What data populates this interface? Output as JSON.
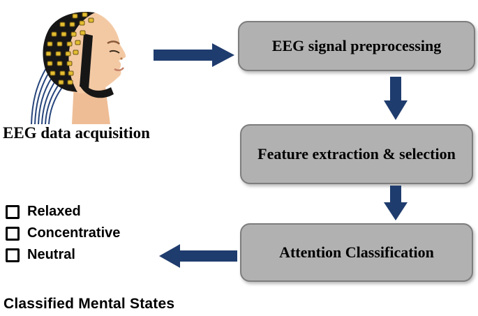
{
  "diagram": {
    "acquisition": {
      "label": "EEG data acquisition"
    },
    "flow_boxes": [
      {
        "id": "preprocessing",
        "label": "EEG signal preprocessing"
      },
      {
        "id": "feature",
        "label": "Feature extraction & selection"
      },
      {
        "id": "attention",
        "label": "Attention Classification"
      }
    ],
    "mental_states": {
      "items": [
        "Relaxed",
        "Concentrative",
        "Neutral"
      ],
      "caption": "Classified Mental States"
    },
    "colors": {
      "box_fill": "#b2b1b1",
      "box_border": "#7d7d7d",
      "arrow": "#1f3c6e",
      "cap": "#161616",
      "electrode": "#e3bd30",
      "skin": "#f3c9a4",
      "wire": "#27457c",
      "text": "#000000"
    }
  }
}
